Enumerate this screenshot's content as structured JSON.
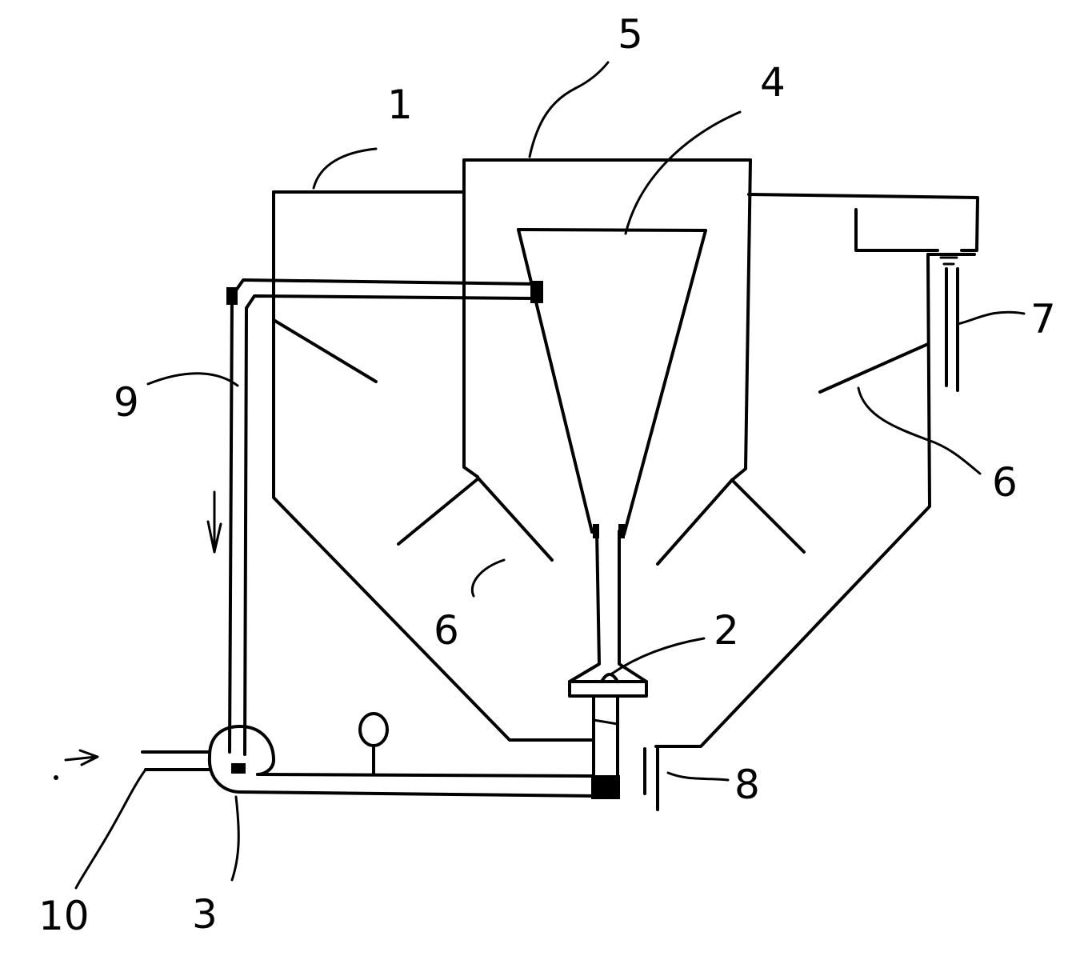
{
  "labels": {
    "tank": "1",
    "nozzle": "2",
    "pump": "3",
    "inner_cone": "4",
    "inner_cylinder": "5",
    "baffle_left": "6",
    "baffle_right": "6",
    "outlet_pipe": "7",
    "drain": "8",
    "recycle_pipe": "9",
    "inlet": "10"
  },
  "colors": {
    "line": "#000000",
    "background": "#ffffff"
  },
  "icons": {
    "flow_arrow": "arrow-icon",
    "gauge": "pressure-gauge-icon"
  }
}
